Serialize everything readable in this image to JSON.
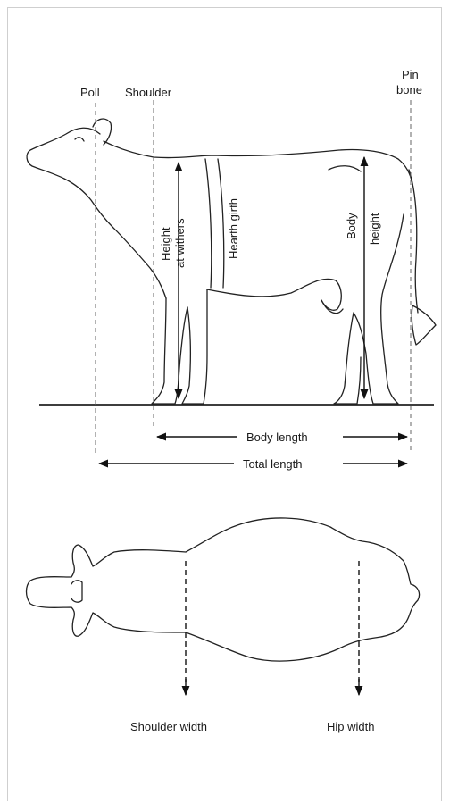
{
  "labels": {
    "poll": "Poll",
    "shoulder": "Shoulder",
    "pin_bone_line1": "Pin",
    "pin_bone_line2": "bone",
    "height_at_withers_line1": "Height",
    "height_at_withers_line2": "at withers",
    "heart_girth": "Hearth girth",
    "body_height_line1": "Body",
    "body_height_line2": "height",
    "body_length": "Body length",
    "total_length": "Total length",
    "shoulder_width": "Shoulder width",
    "hip_width": "Hip width"
  },
  "colors": {
    "line": "#222222",
    "guide": "#666666",
    "frame": "#cfcfcf"
  }
}
